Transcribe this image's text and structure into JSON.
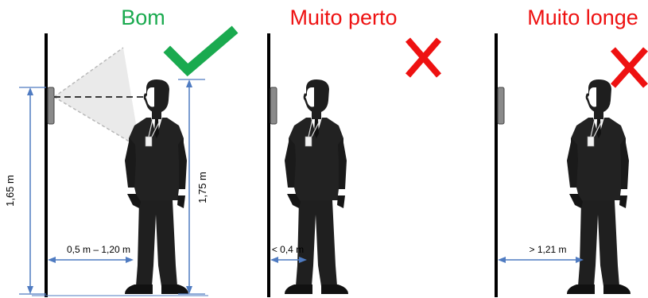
{
  "colors": {
    "good": "#1AAA4F",
    "bad": "#EE1111",
    "measure": "#4F7BC1",
    "wall": "#000000",
    "person": "#1F1F1F",
    "device": "#8A8A8A"
  },
  "panels": [
    {
      "title": "Bom",
      "status": "correct",
      "status_icon": "checkmark-icon",
      "camera_height": "1,65 m",
      "person_height": "1,75 m",
      "distance": "0,5 m – 1,20 m"
    },
    {
      "title": "Muito perto",
      "status": "incorrect",
      "status_icon": "cross-icon",
      "distance": "< 0,4 m"
    },
    {
      "title": "Muito longe",
      "status": "incorrect",
      "status_icon": "cross-icon",
      "distance": "> 1,21 m"
    }
  ]
}
